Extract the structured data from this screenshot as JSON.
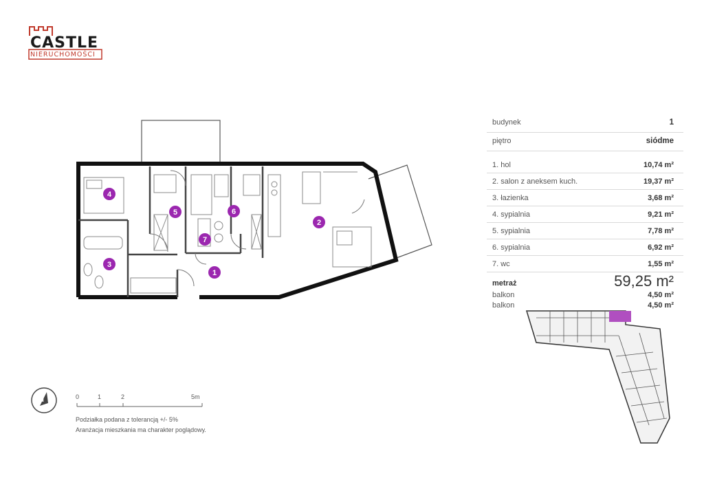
{
  "logo": {
    "brand": "CASTLE",
    "subtitle": "NIERUCHOMOŚCI",
    "accent": "#c0392b"
  },
  "info": {
    "building_label": "budynek",
    "building_value": "1",
    "floor_label": "piętro",
    "floor_value": "siódme",
    "rooms": [
      {
        "label": "1. hol",
        "area": "10,74 m²"
      },
      {
        "label": "2. salon z aneksem kuch.",
        "area": "19,37 m²"
      },
      {
        "label": "3. łazienka",
        "area": "3,68 m²"
      },
      {
        "label": "4. sypialnia",
        "area": "9,21 m²"
      },
      {
        "label": "5. sypialnia",
        "area": "7,78 m²"
      },
      {
        "label": "6. sypialnia",
        "area": "6,92 m²"
      },
      {
        "label": "7. wc",
        "area": "1,55 m²"
      }
    ],
    "total_label": "metraż",
    "total_value": "59,25 m²",
    "balconies": [
      {
        "label": "balkon",
        "area": "4,50 m²"
      },
      {
        "label": "balkon",
        "area": "4,50 m²"
      }
    ]
  },
  "plan": {
    "badge_color": "#9b27af",
    "badges": [
      "1",
      "2",
      "3",
      "4",
      "5",
      "6",
      "7"
    ]
  },
  "scale": {
    "ticks": [
      "0",
      "1",
      "2",
      "5m"
    ],
    "compass_letter": "N",
    "note1": "Podziałka podana z tolerancją +/- 5%",
    "note2": "Aranżacja mieszkania ma charakter poglądowy."
  },
  "keyplan": {
    "highlight_color": "#b04fc0"
  }
}
